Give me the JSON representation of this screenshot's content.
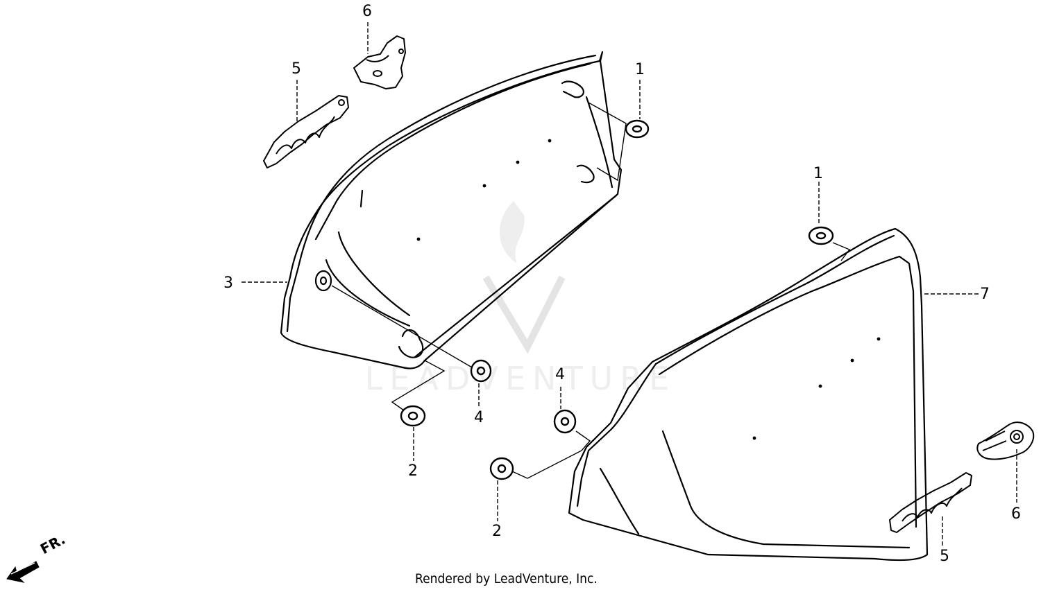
{
  "callouts": {
    "left_upper_six": "6",
    "left_five": "5",
    "left_one": "1",
    "left_three": "3",
    "left_four": "4",
    "left_two": "2",
    "right_one": "1",
    "right_seven": "7",
    "right_four": "4",
    "right_two": "2",
    "right_six": "6",
    "right_five": "5"
  },
  "front_direction_label": "FR.",
  "watermark": "LEADVENTURE",
  "credit": "Rendered by LeadVenture, Inc.",
  "colors": {
    "line": "#000000",
    "background": "#ffffff",
    "watermark": "#e6e6e6"
  }
}
